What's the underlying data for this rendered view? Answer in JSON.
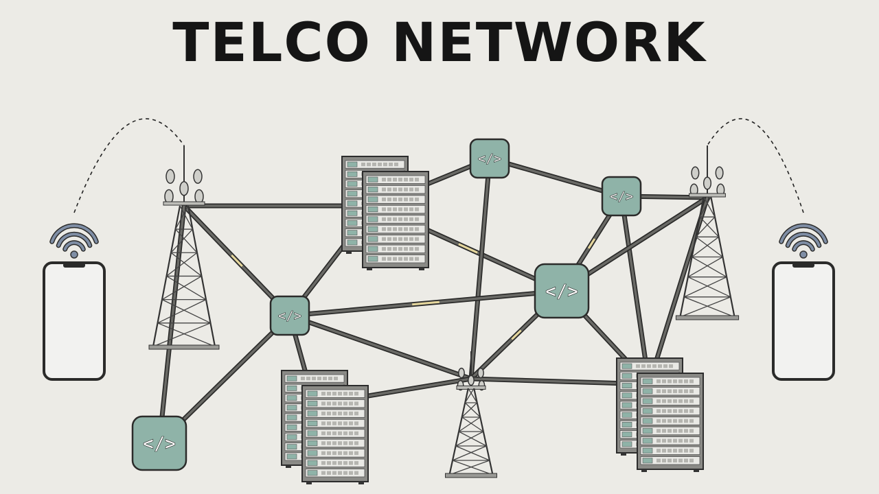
{
  "title": "TELCO NETWORK",
  "colors": {
    "background": "#ecebe6",
    "node_fill": "#8fb3a8",
    "link": "#4a4a47",
    "link_highlight": "#e6d79c",
    "rack_fill": "#8a8a86",
    "wifi": "#7f8ea5",
    "outline": "#333333"
  },
  "icons": {
    "node": "code-brackets-icon",
    "tower": "cell-tower-icon",
    "server": "server-rack-icon",
    "phone": "smartphone-icon",
    "wifi": "wifi-signal-icon"
  },
  "nodes": [
    {
      "id": "phone-left",
      "kind": "phone"
    },
    {
      "id": "phone-right",
      "kind": "phone"
    },
    {
      "id": "tower-left",
      "kind": "tower"
    },
    {
      "id": "tower-right",
      "kind": "tower"
    },
    {
      "id": "tower-bottom",
      "kind": "tower"
    },
    {
      "id": "server-top",
      "kind": "server"
    },
    {
      "id": "server-bottom-left",
      "kind": "server"
    },
    {
      "id": "server-bottom-right",
      "kind": "server"
    },
    {
      "id": "node-top",
      "kind": "node",
      "label": "</>"
    },
    {
      "id": "node-top-right",
      "kind": "node",
      "label": "</>"
    },
    {
      "id": "node-center",
      "kind": "node",
      "label": "</>"
    },
    {
      "id": "node-left",
      "kind": "node",
      "label": "</>"
    },
    {
      "id": "node-bottom-left",
      "kind": "node",
      "label": "</>"
    }
  ],
  "links": [
    [
      "tower-left",
      "server-top"
    ],
    [
      "tower-left",
      "node-left"
    ],
    [
      "tower-left",
      "node-bottom-left"
    ],
    [
      "server-top",
      "node-top"
    ],
    [
      "server-top",
      "node-left"
    ],
    [
      "server-top",
      "node-center"
    ],
    [
      "node-top",
      "node-top-right"
    ],
    [
      "node-top",
      "tower-bottom"
    ],
    [
      "node-top-right",
      "tower-right"
    ],
    [
      "node-top-right",
      "node-center"
    ],
    [
      "node-top-right",
      "server-bottom-right"
    ],
    [
      "tower-right",
      "node-center"
    ],
    [
      "tower-right",
      "server-bottom-right"
    ],
    [
      "node-left",
      "node-center"
    ],
    [
      "node-left",
      "server-bottom-left"
    ],
    [
      "node-left",
      "tower-bottom"
    ],
    [
      "node-left",
      "node-bottom-left"
    ],
    [
      "node-center",
      "tower-bottom"
    ],
    [
      "node-center",
      "server-bottom-right"
    ],
    [
      "tower-bottom",
      "server-bottom-left"
    ],
    [
      "tower-bottom",
      "server-bottom-right"
    ]
  ],
  "wireless": [
    [
      "phone-left",
      "tower-left"
    ],
    [
      "phone-right",
      "tower-right"
    ]
  ]
}
